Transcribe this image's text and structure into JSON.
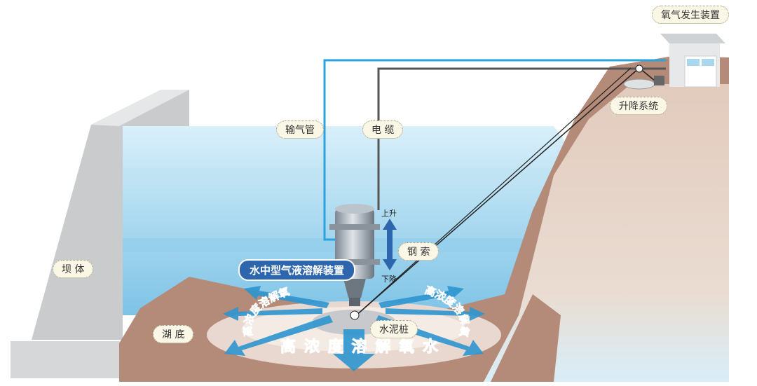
{
  "labels": {
    "oxygen_generator": "氧气发生装置",
    "lift_system": "升降系统",
    "gas_pipe": "输气管",
    "cable": "电 缆",
    "steel_rope": "钢 索",
    "up": "上升",
    "down": "下降",
    "device": "水中型气液溶解装置",
    "dam": "坝 体",
    "lakebed": "湖 底",
    "cement_pile": "水泥桩",
    "output_water": "高浓度溶解氧水"
  },
  "colors": {
    "pipe": "#2aa3de",
    "cable": "#555555",
    "device_label": "#2d66ad",
    "water": "#a9d8ee",
    "soil": "#b08a78",
    "arrow": "#2e95cf"
  }
}
